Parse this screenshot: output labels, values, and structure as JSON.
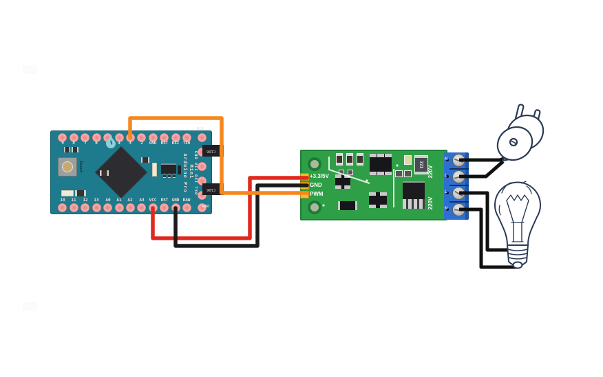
{
  "description": "Wiring diagram: Arduino Pro Mini PWM output driving an AC dimmer module that switches a mains plug and an incandescent light bulb",
  "arduino": {
    "board_name": "Arduino Pro Mini",
    "brand_line_1": "Arduino Pro",
    "brand_line_2": "Mini",
    "reset_label": "Reset",
    "top_pins": [
      "9",
      "8",
      "7",
      "6",
      "5",
      "4",
      "3",
      "2",
      "GND",
      "RST",
      "RXI",
      "TX0"
    ],
    "bottom_pins": [
      "10",
      "11",
      "12",
      "13",
      "A0",
      "A1",
      "A2",
      "A3",
      "VCC",
      "RST",
      "GND",
      "RAW"
    ],
    "ftdi_header_labels": "GND VCC RXI TXO",
    "corner_labels": {
      "top_right": "BLK",
      "bottom_right": "GRN"
    },
    "ic_labels": [
      "C106",
      "C106"
    ],
    "colors": {
      "board": "#1e7a8d",
      "pin_ring": "#b8503c",
      "pin_fill": "#f2a7a7",
      "silkscreen": "#f3dfdd",
      "chip": "#2c2c31"
    }
  },
  "dimmer_module": {
    "input_labels": [
      "+3.3/5V",
      "GND",
      "PWM"
    ],
    "hv_labels": [
      "220V",
      "220V"
    ],
    "terminal_labels": [
      "N",
      "L",
      "L",
      "N"
    ],
    "resistor_label": "221",
    "colors": {
      "pcb": "#2f9f47",
      "terminal_block": "#2e6fd0",
      "connector": "#f0c028",
      "silkscreen": "#ffffff"
    }
  },
  "wires": {
    "pwm": {
      "color": "#f6871f",
      "from": "Arduino pin 3",
      "to": "PWM"
    },
    "vcc": {
      "color": "#e0281e",
      "from": "Arduino VCC",
      "to": "+3.3/5V"
    },
    "gnd": {
      "color": "#1b1b1d",
      "from": "Arduino GND",
      "to": "GND"
    },
    "ac_color": "#101010"
  },
  "illustrations": {
    "plug": "two-prong mains plug",
    "bulb": "incandescent light bulb",
    "line_color": "#2b3a55"
  }
}
